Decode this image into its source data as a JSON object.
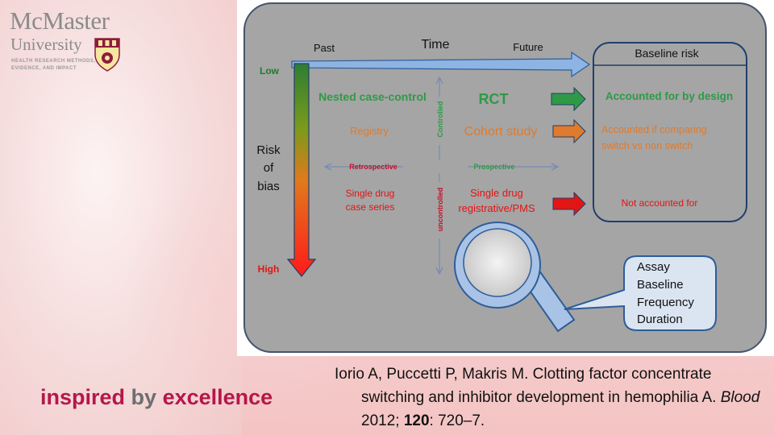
{
  "logo": {
    "line1": "McMaster",
    "line2": "University",
    "line3": "HEALTH RESEARCH METHODS, EVIDENCE, AND IMPACT"
  },
  "tagline": {
    "w1": "inspired",
    "w2": "by",
    "w3": "excellence"
  },
  "diagram": {
    "time_label": "Time",
    "past": "Past",
    "future": "Future",
    "low": "Low",
    "high": "High",
    "risk": [
      "Risk",
      "of",
      "bias"
    ],
    "nested": "Nested case-control",
    "rct": "RCT",
    "registry": "Registry",
    "cohort": "Cohort study",
    "retrospective": "Retrospective",
    "prospective": "Prospective",
    "controlled": "Controlled",
    "uncontrolled": "uncontrolled",
    "single_drug_case": [
      "Single drug",
      "case series"
    ],
    "single_drug_reg": [
      "Single drug",
      "registrative/PMS"
    ],
    "baseline_risk": "Baseline risk",
    "accounted_design": "Accounted for by design",
    "accounted_comparing": [
      "Accounted if comparing",
      "switch vs non switch"
    ],
    "not_accounted": "Not accounted for",
    "callout": [
      "Assay",
      "Baseline",
      "Frequency",
      "Duration"
    ]
  },
  "citation": {
    "authors": "Iorio A, Puccetti P, Makris M. Clotting factor concentrate switching and inhibitor development in hemophilia A.",
    "journal": "Blood",
    "year": "2012;",
    "volume": "120",
    "pages": ": 720–7."
  },
  "colors": {
    "panel_bg": "#a5a5a5",
    "green": "#2e9a46",
    "orange": "#e07a2c",
    "red": "#e31414",
    "blue_arrow": "#8eb4e3",
    "box_bg": "#dbe5f1",
    "box_border": "#3f5f8a",
    "brand": "#b5174a"
  }
}
